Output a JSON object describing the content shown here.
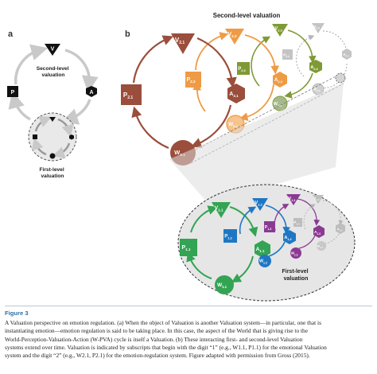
{
  "panel_a": {
    "label": "a",
    "second_level_label": [
      "Second-level",
      "valuation"
    ],
    "first_level_label": [
      "First-level",
      "valuation"
    ],
    "nodes": {
      "v": "V",
      "p": "P",
      "a": "A"
    }
  },
  "panel_b": {
    "label": "b",
    "second_level_title": "Second-level valuation",
    "first_level_label": [
      "First-level",
      "valuation"
    ],
    "second_nodes": {
      "v21": [
        "V",
        "2.1"
      ],
      "p21": [
        "P",
        "2.1"
      ],
      "a21": [
        "A",
        "2.1"
      ],
      "w21": [
        "W",
        "2.1"
      ],
      "v22": [
        "V",
        "2.2"
      ],
      "p22": [
        "P",
        "2.2"
      ],
      "a22": [
        "A",
        "2.2"
      ],
      "w22": [
        "W",
        "2.2"
      ],
      "v23": [
        "V",
        "2.3"
      ],
      "p23": [
        "P",
        "2.3"
      ],
      "a23": [
        "A",
        "2.3"
      ],
      "w23": [
        "W",
        "2.3"
      ],
      "v24": [
        "V",
        "2.4"
      ],
      "p24": [
        "P",
        "2.4"
      ],
      "a24": [
        "A",
        "2.4"
      ],
      "w24": [
        "W",
        "2.4"
      ]
    },
    "first_nodes": {
      "v11": [
        "V",
        "1.1"
      ],
      "p11": [
        "P",
        "1.1"
      ],
      "a11": [
        "A",
        "1.1"
      ],
      "w11": [
        "W",
        "1.1"
      ],
      "v12": [
        "V",
        "1.2"
      ],
      "p12": [
        "P",
        "1.2"
      ],
      "a12": [
        "A",
        "1.2"
      ],
      "w12": [
        "W",
        "1.2"
      ],
      "v13": [
        "V",
        "1.3"
      ],
      "p13": [
        "P",
        "1.3"
      ],
      "a13": [
        "A",
        "1.3"
      ],
      "w13": [
        "W",
        "1.3"
      ],
      "v14": [
        "V",
        "1.4"
      ],
      "p14": [
        "P",
        "1.4"
      ],
      "a14": [
        "A",
        "1.4"
      ],
      "w14": [
        "W",
        "1.4"
      ]
    }
  },
  "caption": {
    "title": "Figure 3",
    "lines": [
      "A Valuation perspective on emotion regulation. (a) When the object of Valuation is another Valuation system—in particular, one that is",
      "instantiating emotion—emotion regulation is said to be taking place. In this case, the aspect of the World that is giving rise to the",
      "World-Perception-Valuation-Action (W-PVA) cycle is itself a Valuation. (b) These interacting first- and second-level Valuation",
      "systems extend over time. Valuation is indicated by subscripts that begin with the digit “1” (e.g., W1.1, P1.1) for the emotional Valuation",
      "system and the digit “2” (e.g., W2.1, P2.1) for the emotion-regulation system. Figure adapted with permission from Gross (2015)."
    ]
  },
  "colors": {
    "gray": "#c9c9c9",
    "black": "#111111",
    "brown": "#9a4e3b",
    "orange": "#ef9b45",
    "olive": "#7f9a35",
    "sage": "#a7b98c",
    "green": "#33a453",
    "blue": "#1f77c4",
    "purple": "#8b3a93",
    "caption_blue": "#2f6fa6"
  }
}
